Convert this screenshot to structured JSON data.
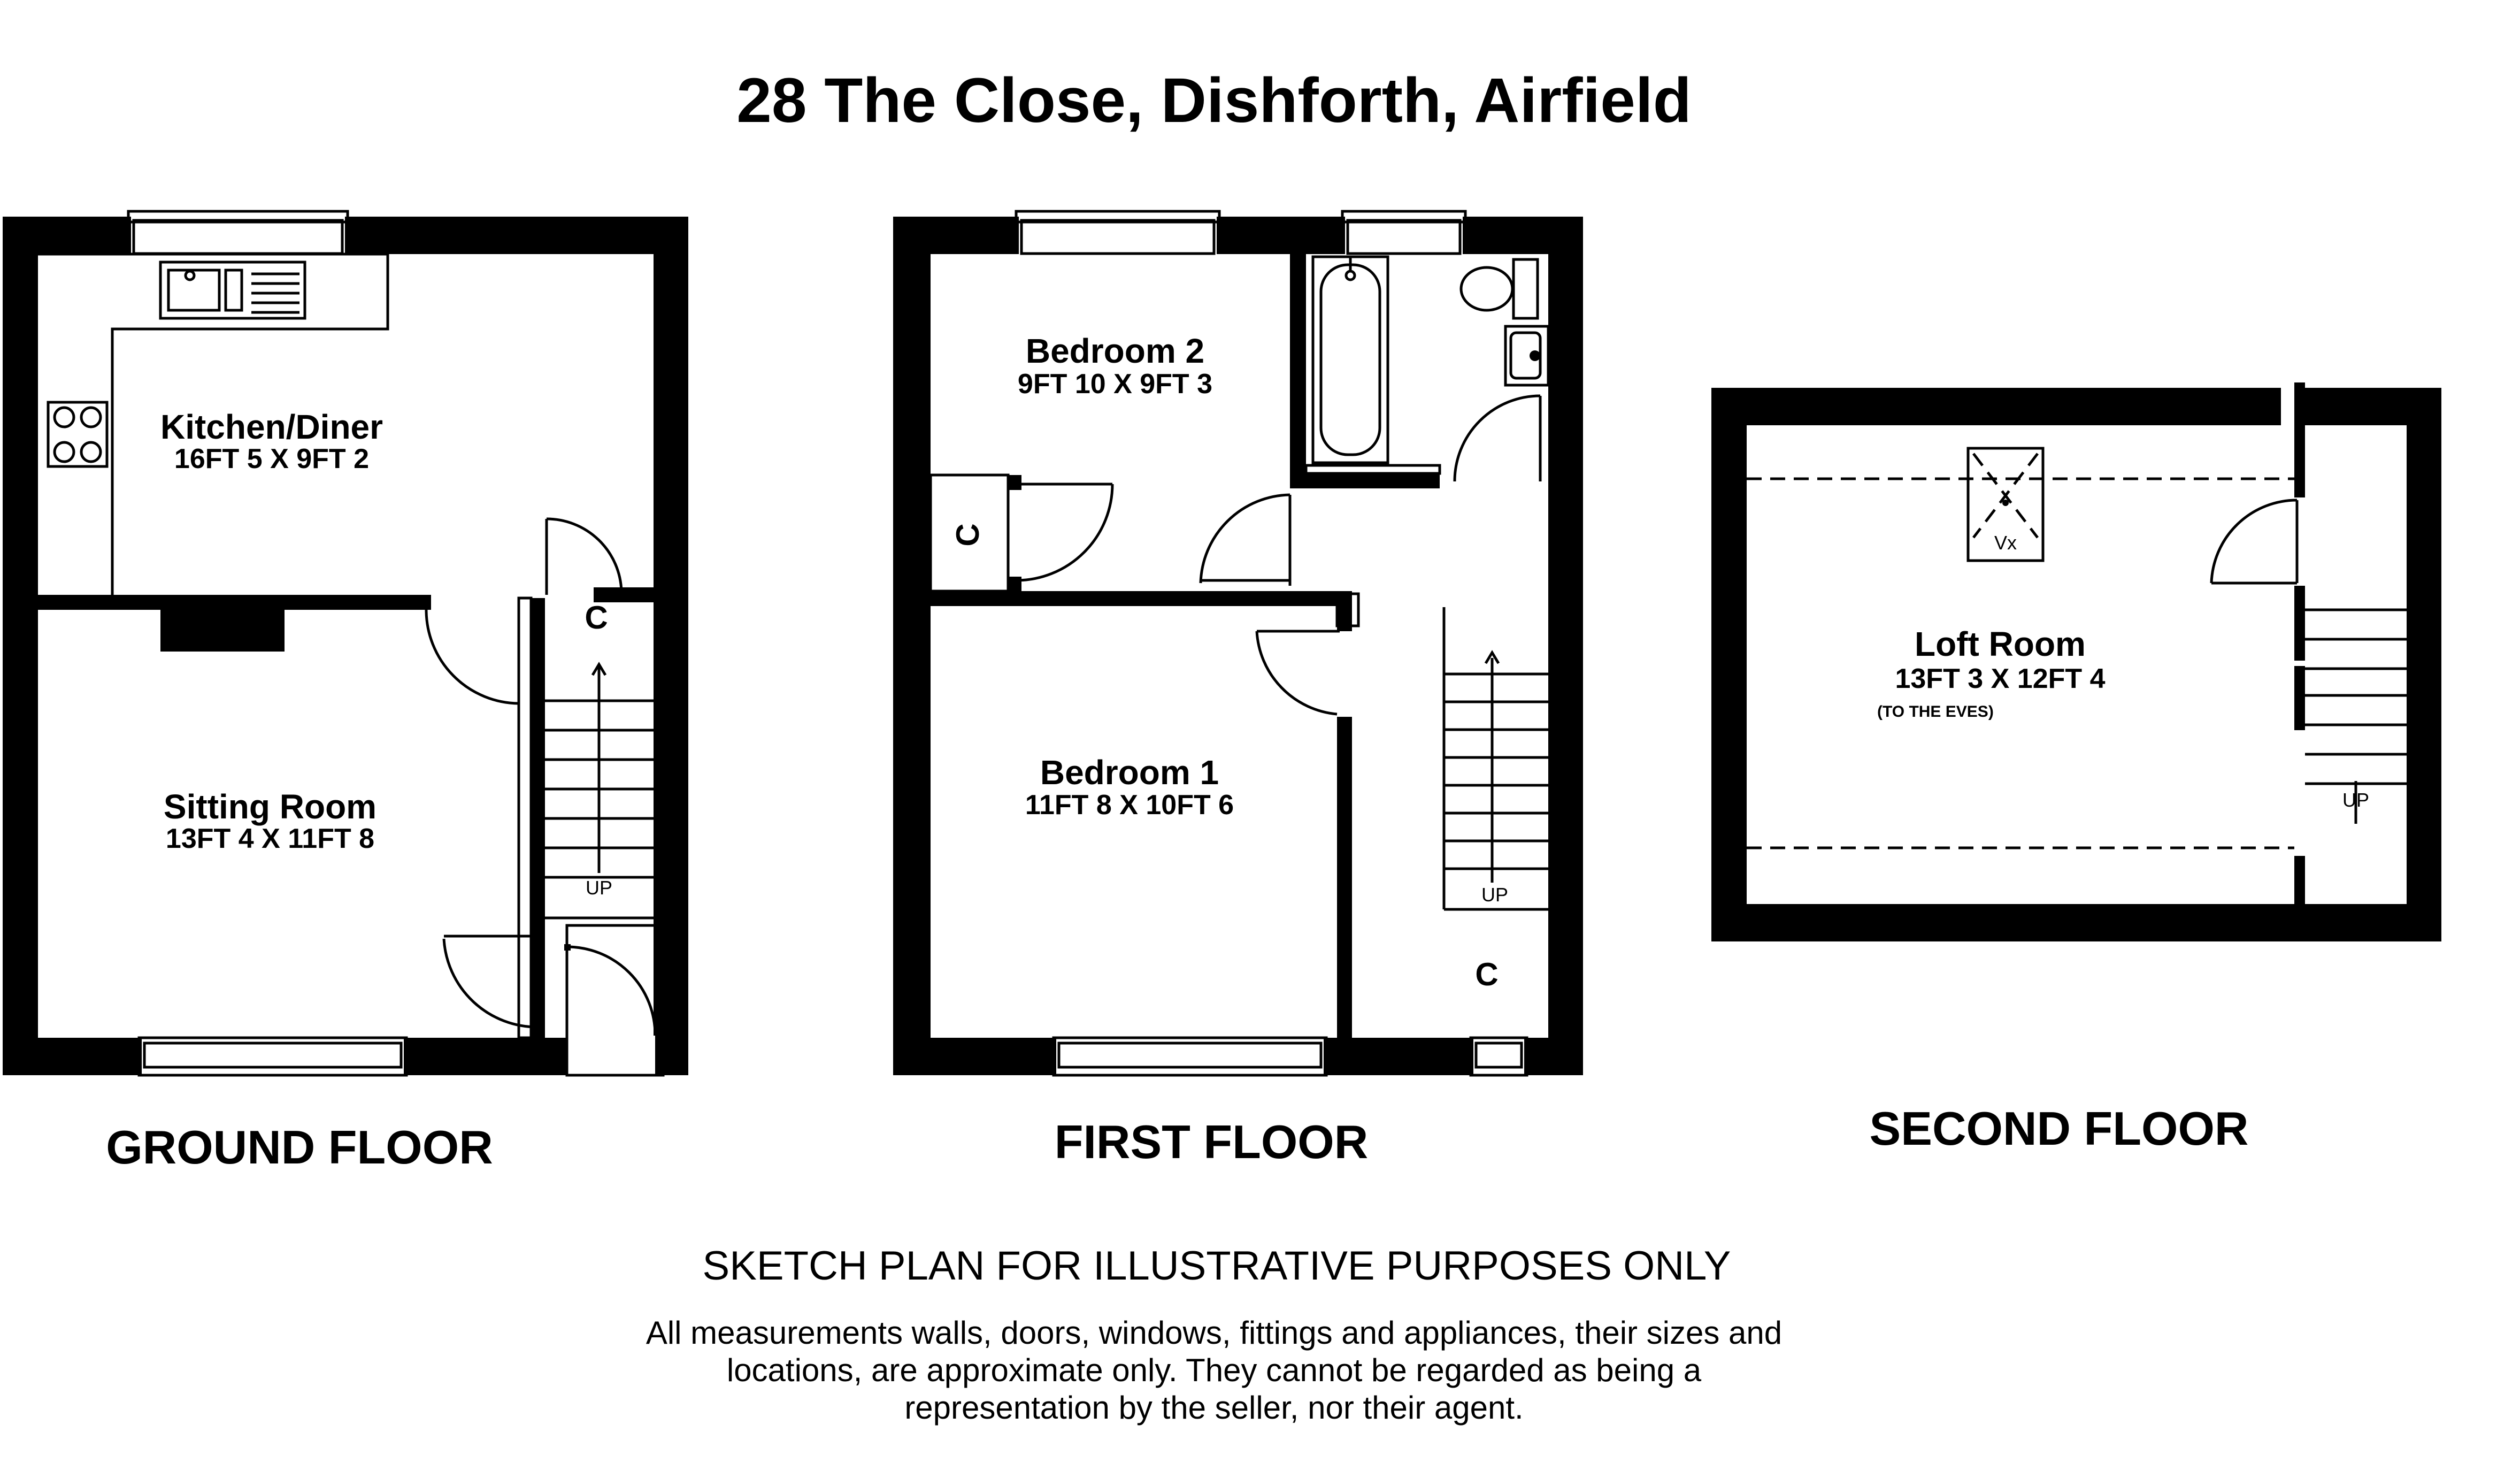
{
  "title": "28 The Close, Dishforth, Airfield",
  "floors": {
    "ground": "GROUND FLOOR",
    "first": "FIRST FLOOR",
    "second": "SECOND FLOOR"
  },
  "rooms": {
    "kitchen": {
      "name": "Kitchen/Diner",
      "dims": "16FT 5 X 9FT 2"
    },
    "sitting": {
      "name": "Sitting Room",
      "dims": "13FT 4 X 11FT 8"
    },
    "bedroom2": {
      "name": "Bedroom 2",
      "dims": "9FT 10 X 9FT 3"
    },
    "bedroom1": {
      "name": "Bedroom 1",
      "dims": "11FT 8 X 10FT 6"
    },
    "loft": {
      "name": "Loft Room",
      "dims": "13FT 3 X 12FT 4",
      "note": "(TO THE EVES)"
    }
  },
  "labels": {
    "cupboard": "C",
    "stairs_up": "UP",
    "velux": "Vx"
  },
  "sketch_notice": "SKETCH PLAN FOR ILLUSTRATIVE PURPOSES ONLY",
  "disclaimer": [
    "All measurements walls, doors, windows, fittings and appliances, their sizes and",
    "locations, are approximate only. They cannot be regarded as being a",
    "representation by the seller, nor their agent."
  ]
}
